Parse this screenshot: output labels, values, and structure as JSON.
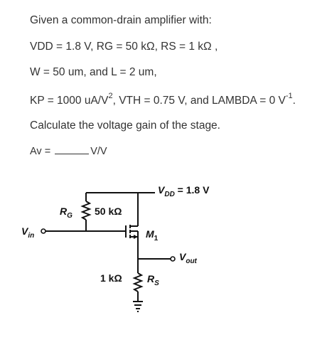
{
  "problem": {
    "line1": "Given a common-drain amplifier with:",
    "line2": "VDD = 1.8 V, RG = 50 kΩ, RS = 1 kΩ ,",
    "line3": "W = 50 um, and L = 2 um,",
    "line4_a": "KP = 1000 uA/V",
    "line4_sup1": "2",
    "line4_b": ", VTH = 0.75 V, and LAMBDA = 0 V",
    "line4_sup2": "-1",
    "line4_c": ".",
    "line5": "Calculate the voltage gain of the stage.",
    "answer_prefix": "Av = ",
    "answer_unit": "V/V"
  },
  "circuit": {
    "vdd_label": "V",
    "vdd_sub": "DD",
    "vdd_value": " = 1.8 V",
    "rg_label": "R",
    "rg_sub": "G",
    "rg_value": "50 kΩ",
    "vin_label": "V",
    "vin_sub": "in",
    "m1_label": "M",
    "m1_sub": "1",
    "vout_label": "V",
    "vout_sub": "out",
    "rs_value": "1 kΩ",
    "rs_label": "R",
    "rs_sub": "S"
  }
}
